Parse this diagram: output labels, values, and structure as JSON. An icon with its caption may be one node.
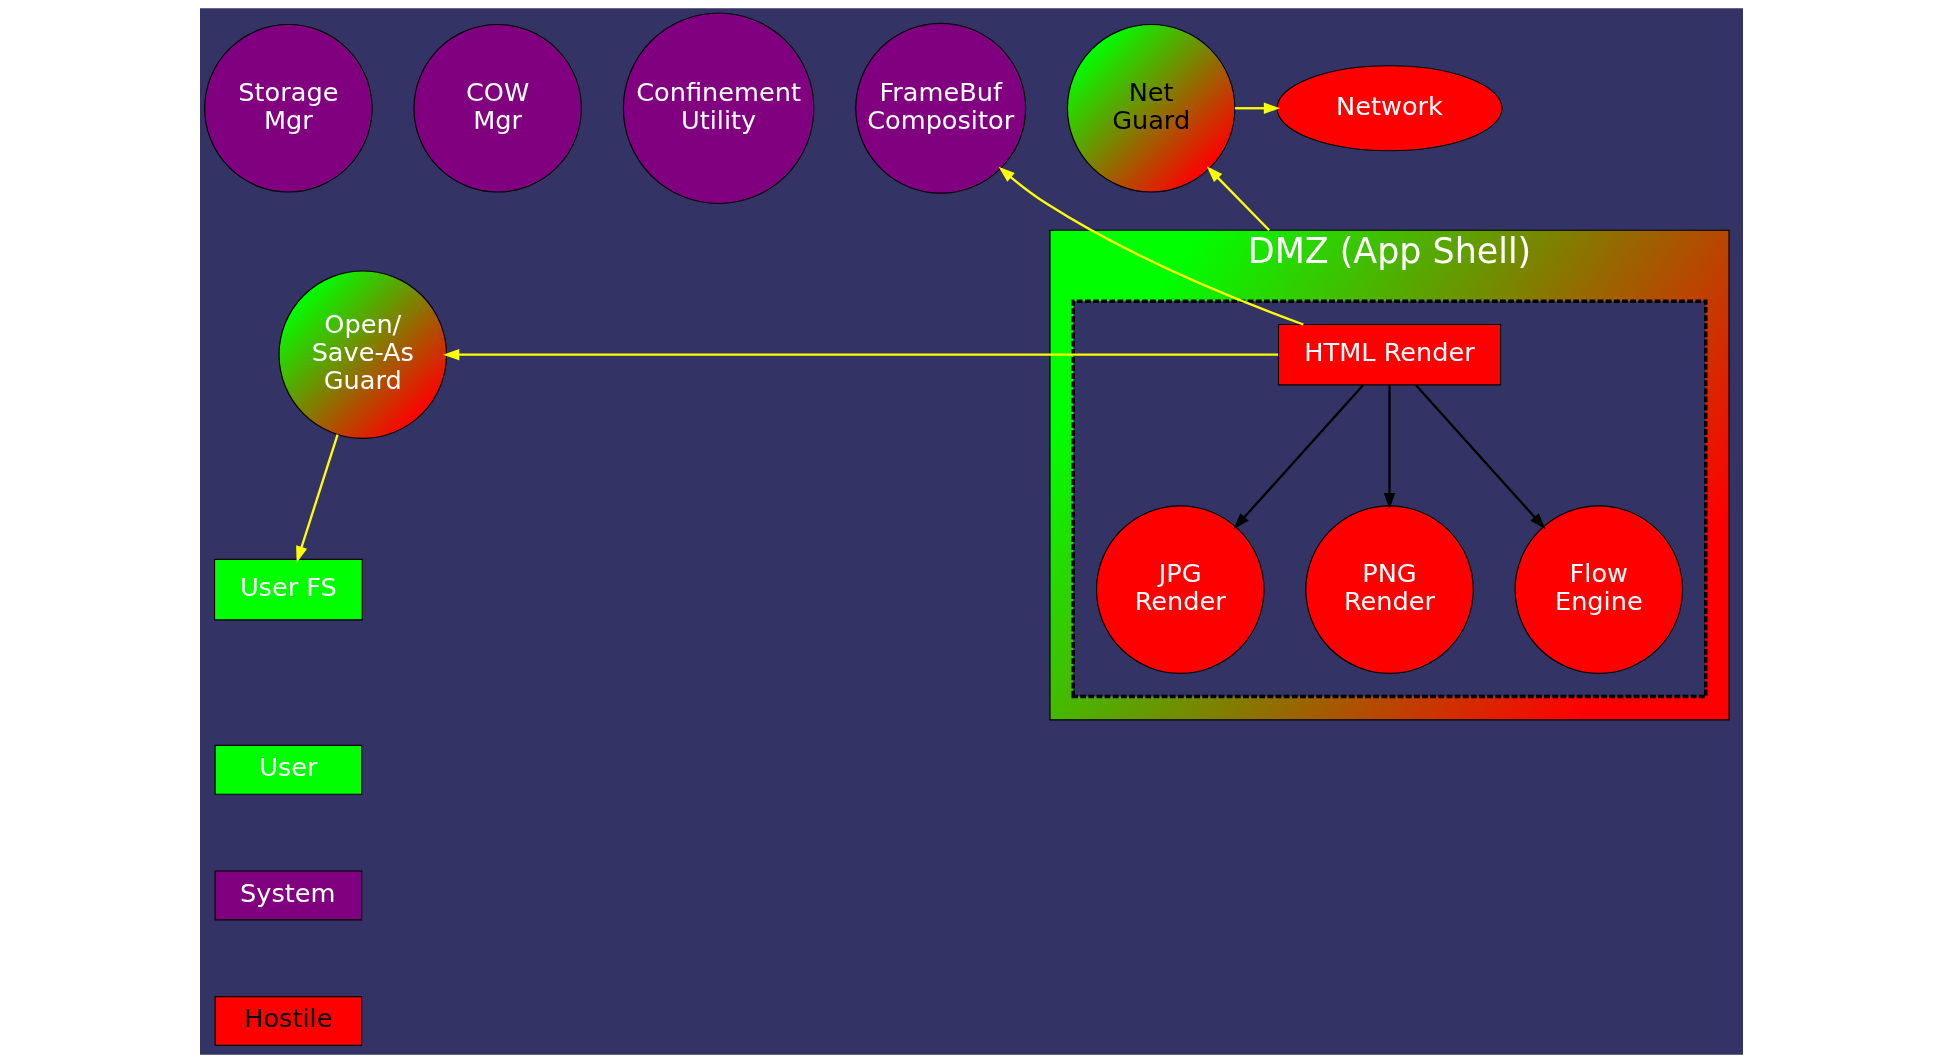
{
  "diagram": {
    "nodes": [
      {
        "text": [
          "Storage Mgr"
        ]
      },
      {
        "text": [
          "COW Mgr"
        ]
      },
      {
        "text": [
          "Confinement Utility"
        ]
      },
      {
        "text": [
          "FrameBuf Compositor"
        ]
      },
      {
        "text": [
          "Net Guard"
        ]
      },
      {
        "text": [
          "Network"
        ]
      },
      {
        "text": [
          "User FS"
        ]
      },
      {
        "text": [
          "DMZ (App Shell)"
        ]
      },
      {
        "text": [],
        "shape": "box",
        "in": 7
      },
      {
        "text": [
          "Open/ Save-As Guard"
        ]
      },
      {
        "text": [
          "HTML Render"
        ],
        "in": 8
      },
      {
        "text": [
          "JPG Render"
        ],
        "in": 8
      },
      {
        "text": [
          "PNG Render"
        ],
        "in": 8
      },
      {
        "text": [
          "Flow Engine"
        ],
        "in": 8
      }
    ],
    "edges": [
      {
        "from": 4,
        "to": 5,
        "arrow": "to"
      },
      {
        "from": 7,
        "to": 4,
        "arrow": "to"
      },
      {
        "from": 10,
        "to": 3,
        "arrow": "to"
      },
      {
        "from": 10,
        "to": 9,
        "arrow": "to"
      },
      {
        "from": 9,
        "to": 6,
        "arrow": "to"
      },
      {
        "from": 10,
        "to": 11,
        "arrow": "to",
        "color": "#000000"
      },
      {
        "from": 10,
        "to": 12,
        "arrow": "to",
        "color": "#000000"
      },
      {
        "from": 10,
        "to": 13,
        "arrow": "to",
        "color": "#000000"
      }
    ],
    "legend": [
      {
        "text": "User",
        "color": "#00ff00"
      },
      {
        "text": "System",
        "color": "#800080"
      },
      {
        "text": "Hostile",
        "color": "#ff0000"
      }
    ]
  }
}
